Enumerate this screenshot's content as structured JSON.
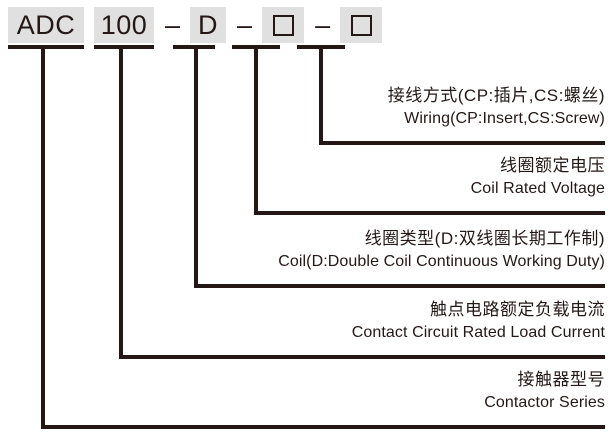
{
  "diagram": {
    "type": "model-number-breakdown",
    "code_tokens": [
      {
        "kind": "text",
        "value": "ADC"
      },
      {
        "kind": "text",
        "value": "100"
      },
      {
        "kind": "dash",
        "value": "–"
      },
      {
        "kind": "text",
        "value": "D"
      },
      {
        "kind": "dash",
        "value": "–"
      },
      {
        "kind": "box",
        "value": ""
      },
      {
        "kind": "dash",
        "value": "–"
      },
      {
        "kind": "box",
        "value": ""
      }
    ],
    "labels": [
      {
        "id": "wiring",
        "cn": "接线方式(CP:插片,CS:螺丝)",
        "en": "Wiring(CP:Insert,CS:Screw)"
      },
      {
        "id": "coil-rated-voltage",
        "cn": "线圈额定电压",
        "en": "Coil Rated Voltage"
      },
      {
        "id": "coil-type",
        "cn": "线圈类型(D:双线圈长期工作制)",
        "en": "Coil(D:Double Coil Continuous Working Duty)"
      },
      {
        "id": "contact-circuit-current",
        "cn": "触点电路额定负载电流",
        "en": "Contact Circuit Rated Load Current"
      },
      {
        "id": "contactor-series",
        "cn": "接触器型号",
        "en": "Contactor Series"
      }
    ],
    "colors": {
      "line": "#231815",
      "token_background": "#e0e0e0",
      "text": "#231815",
      "page_background": "#ffffff"
    }
  }
}
